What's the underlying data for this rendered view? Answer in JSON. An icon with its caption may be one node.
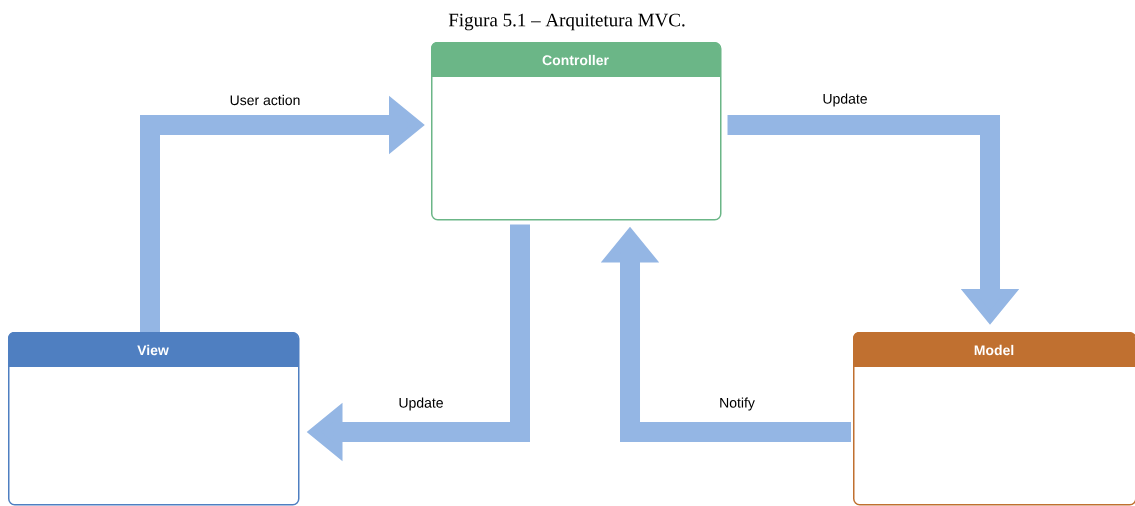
{
  "diagram": {
    "caption": "Figura 5.1 – Arquitetura MVC.",
    "nodes": [
      {
        "text": [
          "Controller"
        ]
      },
      {
        "text": [
          "View"
        ]
      },
      {
        "text": [
          "Model"
        ]
      }
    ],
    "edges": [
      {
        "from": 1,
        "to": 0,
        "arrow": "to",
        "label": "User action"
      },
      {
        "from": 0,
        "to": 2,
        "arrow": "to",
        "label": "Update"
      },
      {
        "from": 0,
        "to": 1,
        "arrow": "to",
        "label": "Update"
      },
      {
        "from": 2,
        "to": 0,
        "arrow": "to",
        "label": "Notify"
      }
    ]
  }
}
